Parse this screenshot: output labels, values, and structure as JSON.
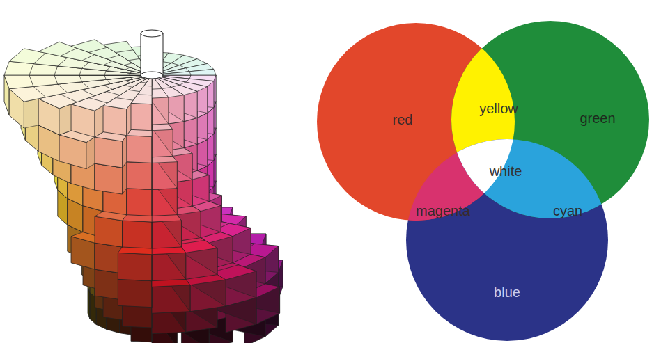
{
  "diagram": {
    "nodes": [
      {
        "text": [
          "red"
        ]
      },
      {
        "text": [
          "green"
        ]
      },
      {
        "text": [
          "blue"
        ]
      }
    ],
    "labels": [
      "yellow",
      "white",
      "magenta",
      "cyan"
    ]
  }
}
